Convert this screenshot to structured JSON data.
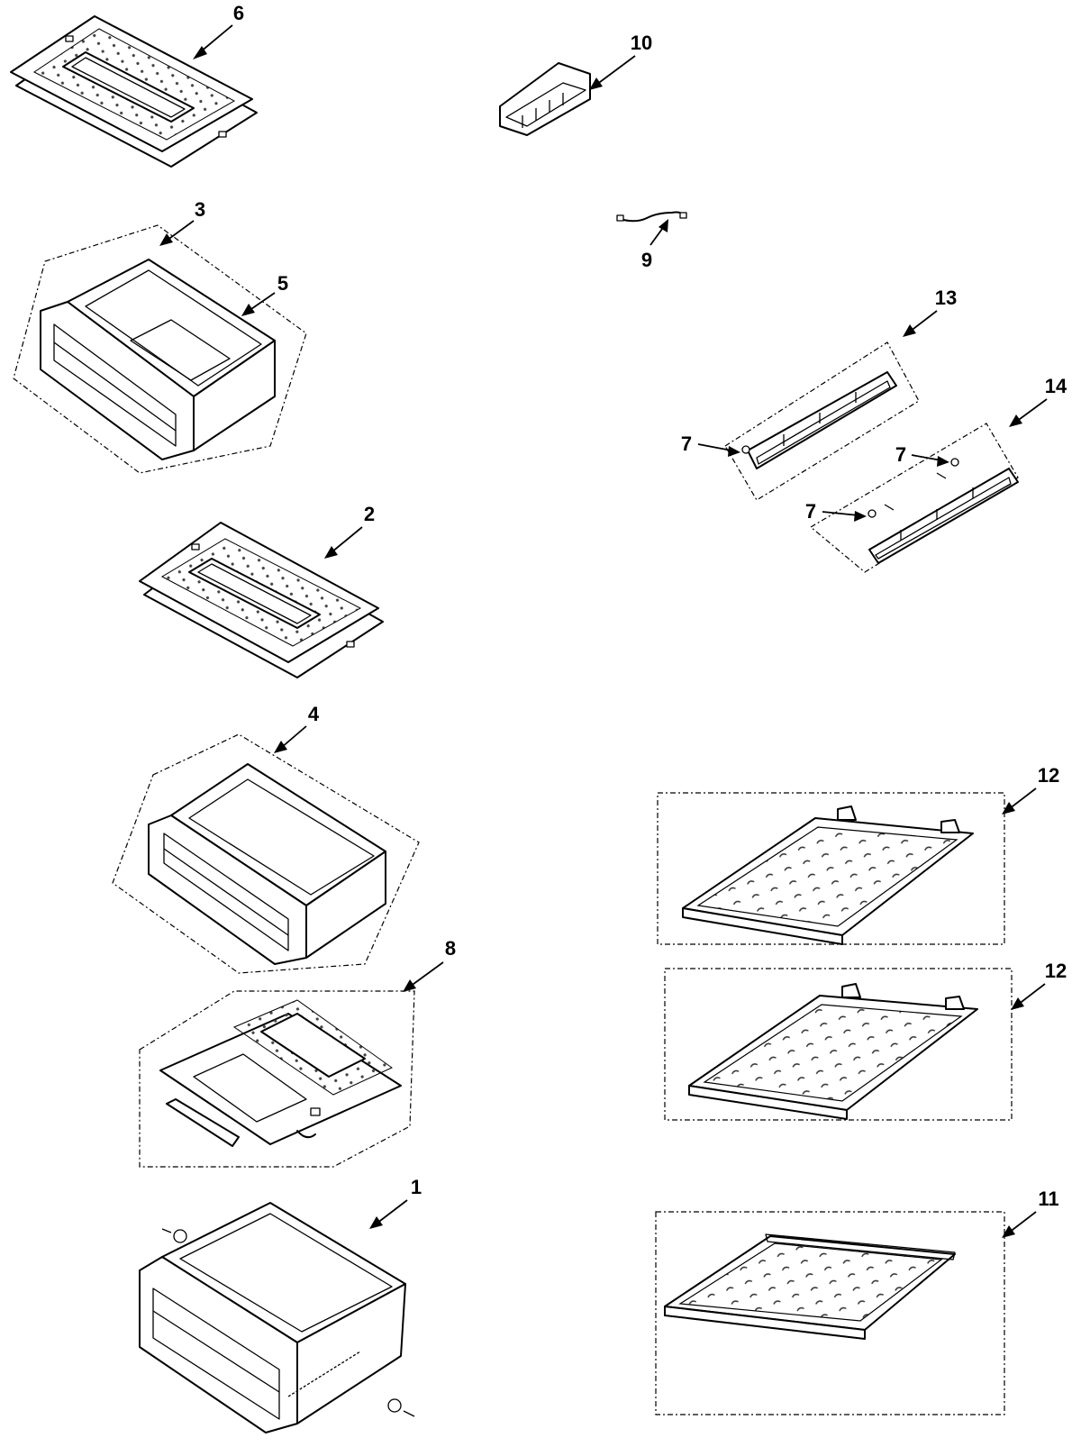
{
  "labels": {
    "p1": "1",
    "p2": "2",
    "p3": "3",
    "p4": "4",
    "p5": "5",
    "p6": "6",
    "p7a": "7",
    "p7b": "7",
    "p7c": "7",
    "p8": "8",
    "p9": "9",
    "p10": "10",
    "p11": "11",
    "p12a": "12",
    "p12b": "12",
    "p13": "13",
    "p14": "14"
  }
}
